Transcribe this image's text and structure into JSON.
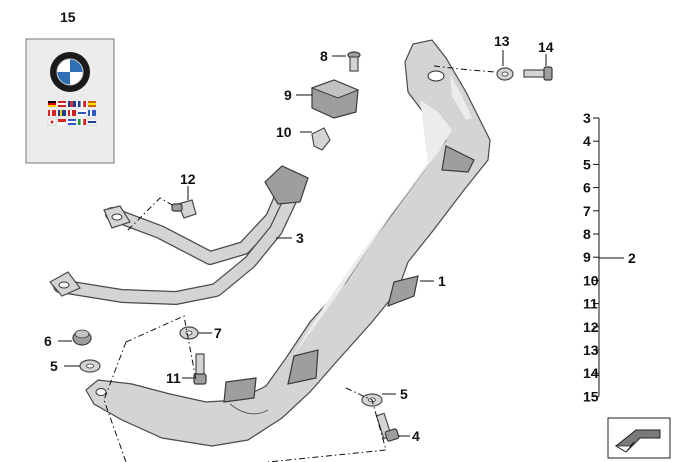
{
  "callouts": {
    "c1": "1",
    "c2": "2",
    "c3": "3",
    "c4": "4",
    "c5a": "5",
    "c5b": "5",
    "c6": "6",
    "c7": "7",
    "c8": "8",
    "c9": "9",
    "c10": "10",
    "c11": "11",
    "c12": "12",
    "c13": "13",
    "c14": "14",
    "c15": "15"
  },
  "parts_list": {
    "group_label": "2",
    "items": [
      "3",
      "4",
      "5",
      "6",
      "7",
      "8",
      "9",
      "10",
      "11",
      "12",
      "13",
      "14",
      "15"
    ]
  },
  "icons": {
    "logo": "bmw-roundel-icon",
    "flags": "language-flags-icon",
    "nav": "next-page-arrow-icon"
  },
  "colors": {
    "part_fill": "#d4d4d4",
    "part_dark": "#9e9e9e",
    "line": "#111111"
  }
}
